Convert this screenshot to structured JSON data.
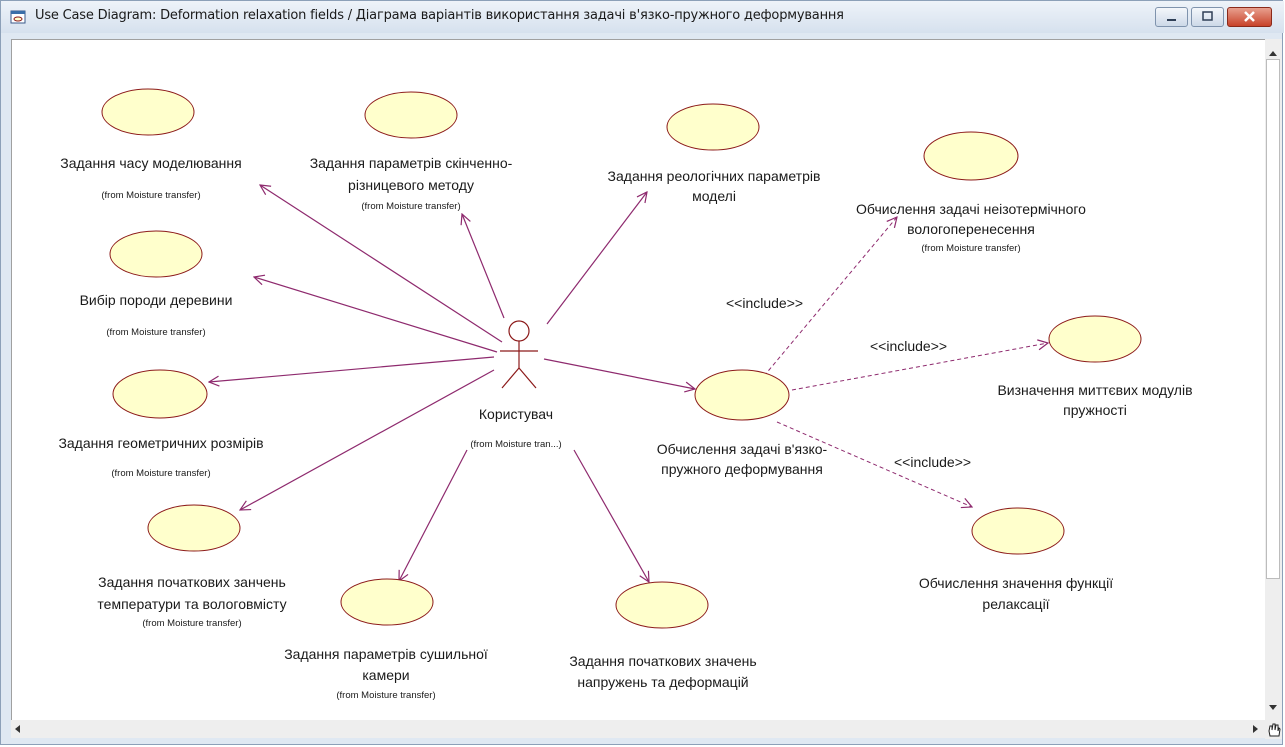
{
  "window": {
    "title": "Use Case Diagram: Deformation relaxation fields / Діаграма варіантів використання задачі в'язко-пружного деформування"
  },
  "actor": {
    "name": "Користувач",
    "package": "(from Moisture tran...)"
  },
  "use_cases": {
    "time": {
      "line1": "Задання часу моделювання",
      "line2": "",
      "package": "(from Moisture transfer)"
    },
    "fdm": {
      "line1": "Задання параметрів скінченно-",
      "line2": "різницевого методу",
      "package": "(from Moisture transfer)"
    },
    "rheo": {
      "line1": "Задання реологічних параметрів",
      "line2": "моделі",
      "package": ""
    },
    "nonisotherm": {
      "line1": "Обчислення задачі неізотермічного",
      "line2": "вологоперенесення",
      "package": "(from Moisture transfer)"
    },
    "species": {
      "line1": "Вибір породи деревини",
      "line2": "",
      "package": "(from Moisture transfer)"
    },
    "geometry": {
      "line1": "Задання геометричних розмірів",
      "line2": "",
      "package": "(from Moisture transfer)"
    },
    "initial_temp": {
      "line1": "Задання початкових занчень",
      "line2": "температури та вологовмісту",
      "package": "(from Moisture transfer)"
    },
    "dryer": {
      "line1": "Задання параметрів сушильної",
      "line2": "камери",
      "package": "(from Moisture transfer)"
    },
    "initial_stress": {
      "line1": "Задання початкових значень",
      "line2": "напружень та деформацій",
      "package": ""
    },
    "viscoelastic": {
      "line1": "Обчислення задачі в'язко-",
      "line2": "пружного деформування",
      "package": ""
    },
    "moduli": {
      "line1": "Визначення миттєвих модулів",
      "line2": "пружності",
      "package": ""
    },
    "relaxation": {
      "line1": "Обчислення значення функції",
      "line2": "релаксації",
      "package": ""
    }
  },
  "include_labels": [
    "<<include>>",
    "<<include>>",
    "<<include>>"
  ],
  "colors": {
    "use_case_fill": "#ffffcc",
    "use_case_stroke": "#8c1a1a",
    "association": "#8e2a6e",
    "close_button": "#c8432a"
  },
  "icons": {
    "app": "diagram-window-icon",
    "minimize": "minimize-icon",
    "maximize": "maximize-icon",
    "close": "close-icon",
    "pan": "hand-pan-icon"
  }
}
